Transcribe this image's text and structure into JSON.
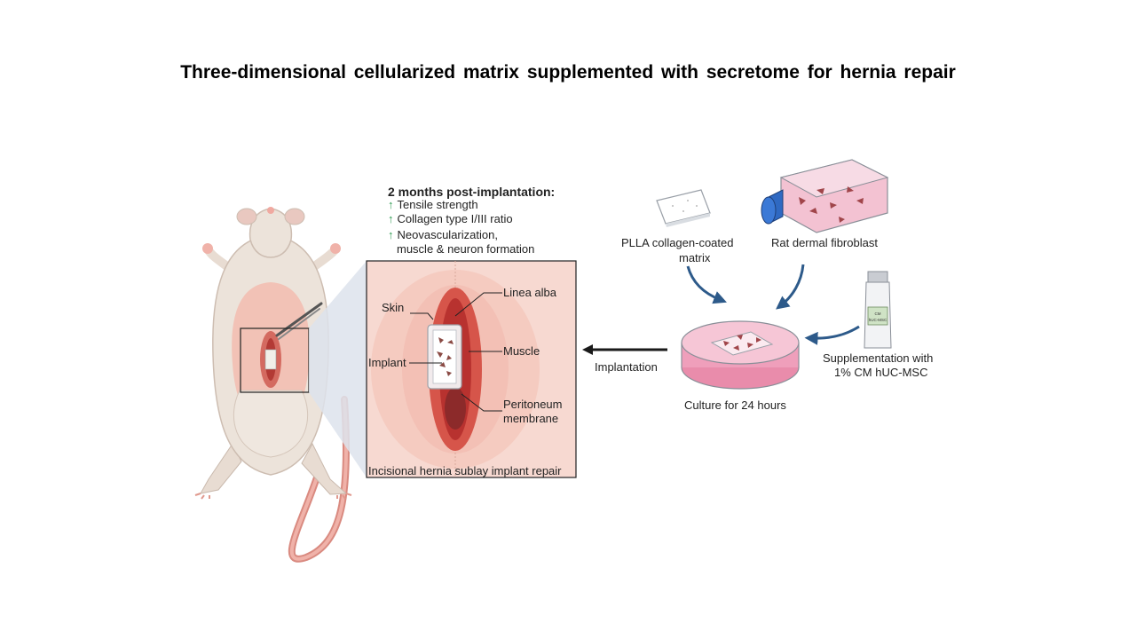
{
  "title": "Three-dimensional  cellularized matrix supplemented with secretome  for hernia repair",
  "outcomes": {
    "header": "2 months post-implantation:",
    "items": [
      "Tensile strength",
      "Collagen type I/III ratio",
      "Neovascularization,"
    ],
    "item_continuation": "muscle & neuron formation",
    "arrow_symbol": "↑",
    "arrow_color": "#2e9a52"
  },
  "inset": {
    "labels": {
      "skin": "Skin",
      "linea_alba": "Linea alba",
      "muscle": "Muscle",
      "implant": "Implant",
      "peritoneum_line1": "Peritoneum",
      "peritoneum_line2": "membrane"
    },
    "caption": "Incisional hernia sublay implant repair"
  },
  "workflow": {
    "matrix_line1": "PLLA collagen-coated",
    "matrix_line2": "matrix",
    "fibroblast": "Rat dermal fibroblast",
    "supplement_line1": "Supplementation with",
    "supplement_line2": "1% CM hUC-MSC",
    "vial_text_line1": "CM",
    "vial_text_line2": "hUC-MSC",
    "culture": "Culture for 24 hours",
    "implantation": "Implantation"
  },
  "colors": {
    "arrow_blue": "#2d5a8a",
    "skin_pink": "#f2c2b6",
    "muscle_red": "#c8463e",
    "dish_pink": "#ec8fb0"
  }
}
